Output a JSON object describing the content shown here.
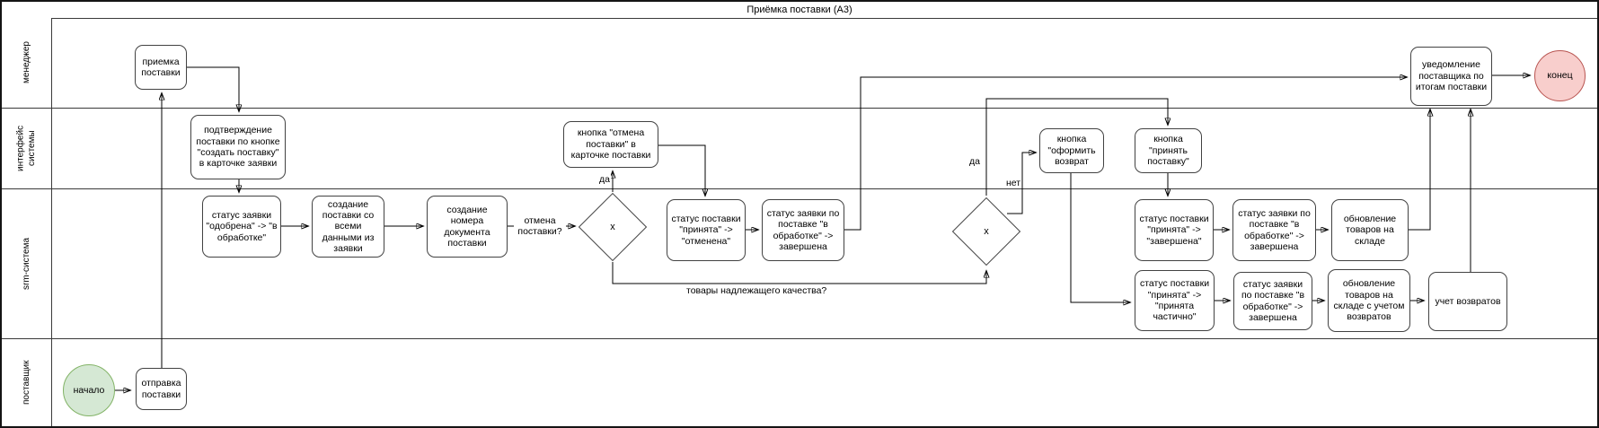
{
  "title": "Приёмка поставки (A3)",
  "lanes": [
    {
      "label": "менеджер"
    },
    {
      "label": "интерфейс системы"
    },
    {
      "label": "srm-система"
    },
    {
      "label": "поставщик"
    }
  ],
  "nodes": {
    "start": {
      "label": "начало"
    },
    "send_delivery": {
      "label": "отправка поставки"
    },
    "receive_delivery": {
      "label": "приемка поставки"
    },
    "confirm_delivery": {
      "label": "подтверждение поставки по кнопке \"создать поставку\" в карточке заявки"
    },
    "status_in_progress": {
      "label": "статус заявки \"одобрена\" -> \"в обработке\""
    },
    "create_delivery": {
      "label": "создание поставки со всеми данными из заявки"
    },
    "create_doc_number": {
      "label": "создание номера документа поставки"
    },
    "gateway_cancel": {
      "label": "x"
    },
    "btn_cancel_delivery": {
      "label": "кнопка \"отмена поставки\" в карточке поставки"
    },
    "status_cancelled": {
      "label": "статус поставки \"принята\" -> \"отменена\""
    },
    "status_request_done_1": {
      "label": "статус заявки по поставке \"в обработке\" -> завершена"
    },
    "gateway_quality": {
      "label": "x"
    },
    "btn_return": {
      "label": "кнопка \"оформить возврат"
    },
    "btn_accept": {
      "label": "кнопка \"принять поставку\""
    },
    "status_done": {
      "label": "статус поставки \"принята\" -> \"завершена\""
    },
    "status_request_done_2": {
      "label": "статус заявки по поставке \"в обработке\" -> завершена"
    },
    "update_stock": {
      "label": "обновление товаров на складе"
    },
    "status_partial": {
      "label": "статус поставки \"принята\" -> \"принята частично\""
    },
    "status_request_done_3": {
      "label": "статус заявки по поставке \"в обработке\" -> завершена"
    },
    "update_stock_returns": {
      "label": "обновление товаров на складе с учетом возвратов"
    },
    "returns_accounting": {
      "label": "учет возвратов"
    },
    "notify_supplier": {
      "label": "уведомление поставщика по итогам поставки"
    },
    "end": {
      "label": "конец"
    }
  },
  "edge_labels": {
    "cancel_question": "отмена поставки?",
    "yes_cancel": "да",
    "quality_question": "товары надлежащего качества?",
    "yes_quality": "да",
    "no_quality": "нет"
  },
  "colors": {
    "start_fill": "#d5e8d4",
    "start_stroke": "#82b366",
    "end_fill": "#f8cecc",
    "end_stroke": "#b85450"
  }
}
